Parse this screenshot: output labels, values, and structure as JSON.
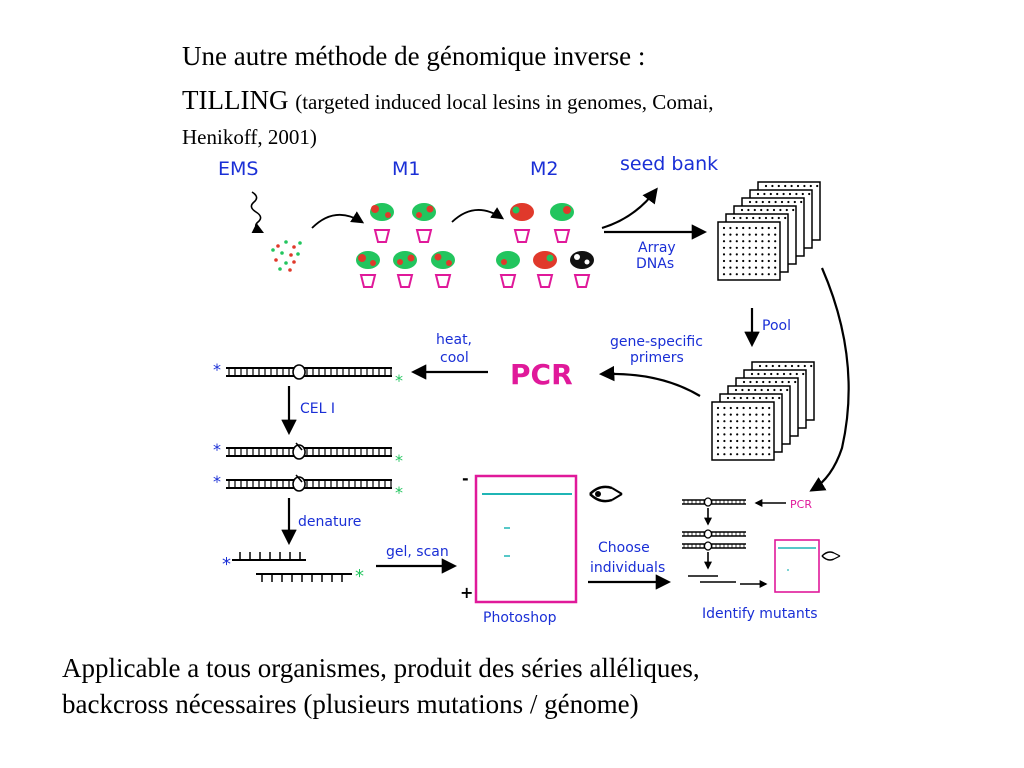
{
  "title": {
    "line1": "Une autre méthode de génomique inverse :",
    "line2_main": "TILLING",
    "line2_ref": "(targeted induced local lesins in genomes, Comai,",
    "line3": "Henikoff, 2001)"
  },
  "diagram": {
    "ems": "EMS",
    "m1": "M1",
    "m2": "M2",
    "seed_bank": "seed bank",
    "array_dnas_1": "Array",
    "array_dnas_2": "DNAs",
    "pool": "Pool",
    "gene_specific_1": "gene-specific",
    "gene_specific_2": "primers",
    "pcr": "PCR",
    "heat_cool_1": "heat,",
    "heat_cool_2": "cool",
    "cel1": "CEL I",
    "denature": "denature",
    "gel_scan": "gel, scan",
    "gel_minus": "-",
    "gel_plus": "+",
    "photoshop": "Photoshop",
    "choose_1": "Choose",
    "choose_2": "individuals",
    "pcr_small": "PCR",
    "identify": "Identify mutants",
    "star": "*",
    "colors": {
      "blue": "#1a2fd6",
      "magenta": "#e0199a",
      "green": "#22c55e",
      "red": "#e0392b",
      "teal": "#1fb5b5"
    }
  },
  "caption": {
    "line1": "Applicable a tous organismes, produit des séries alléliques,",
    "line2": "backcross nécessaires (plusieurs mutations / génome)"
  }
}
